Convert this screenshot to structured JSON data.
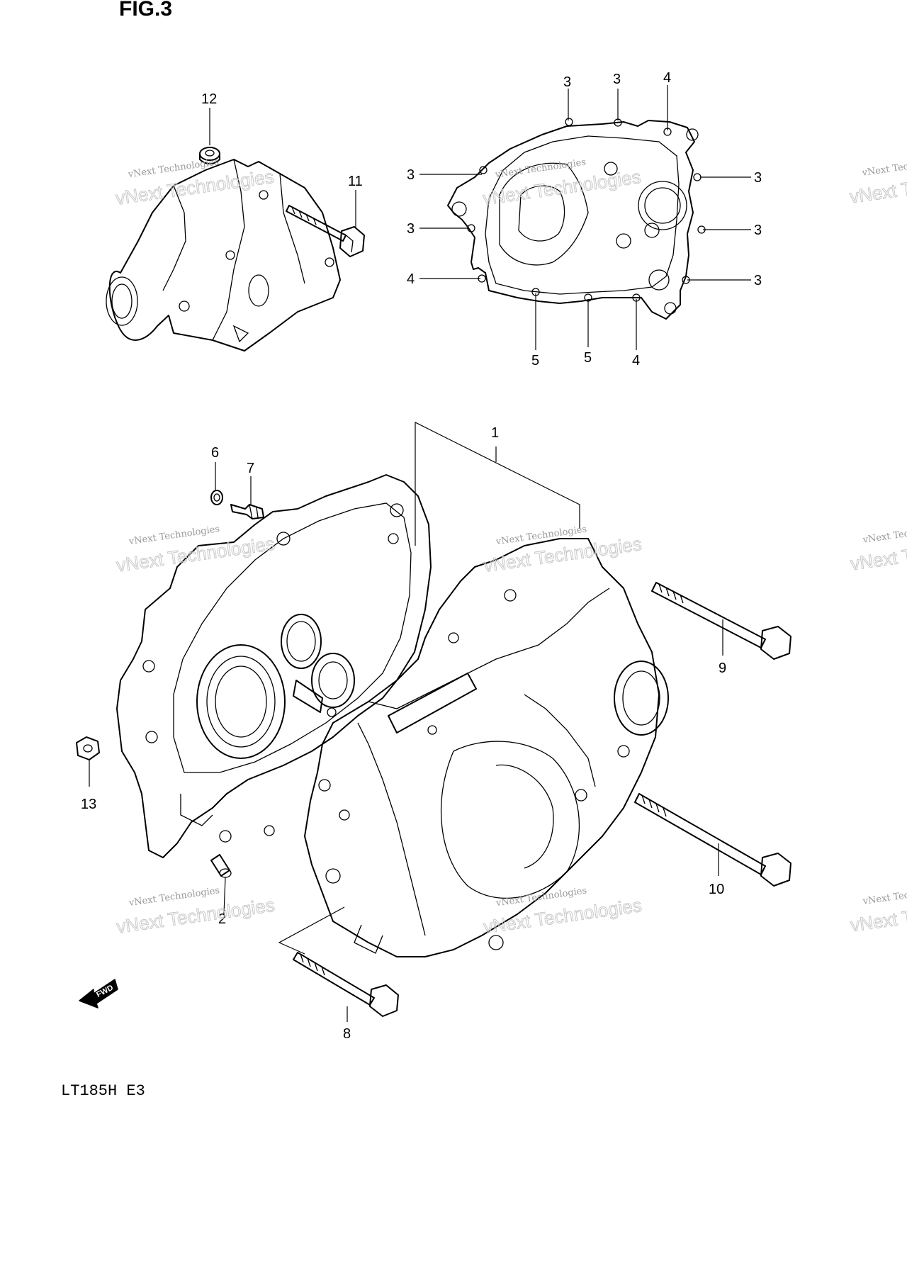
{
  "figure": {
    "title": "FIG.3",
    "model": "LT185H  E3"
  },
  "fwd_badge": "FWD",
  "watermark": {
    "line1": "vNext Technologies",
    "line2": "vNext Technologies"
  },
  "callouts": {
    "1": "1",
    "2": "2",
    "3": "3",
    "4": "4",
    "5": "5",
    "6": "6",
    "7": "7",
    "8": "8",
    "9": "9",
    "10": "10",
    "11": "11",
    "12": "12",
    "13": "13"
  }
}
